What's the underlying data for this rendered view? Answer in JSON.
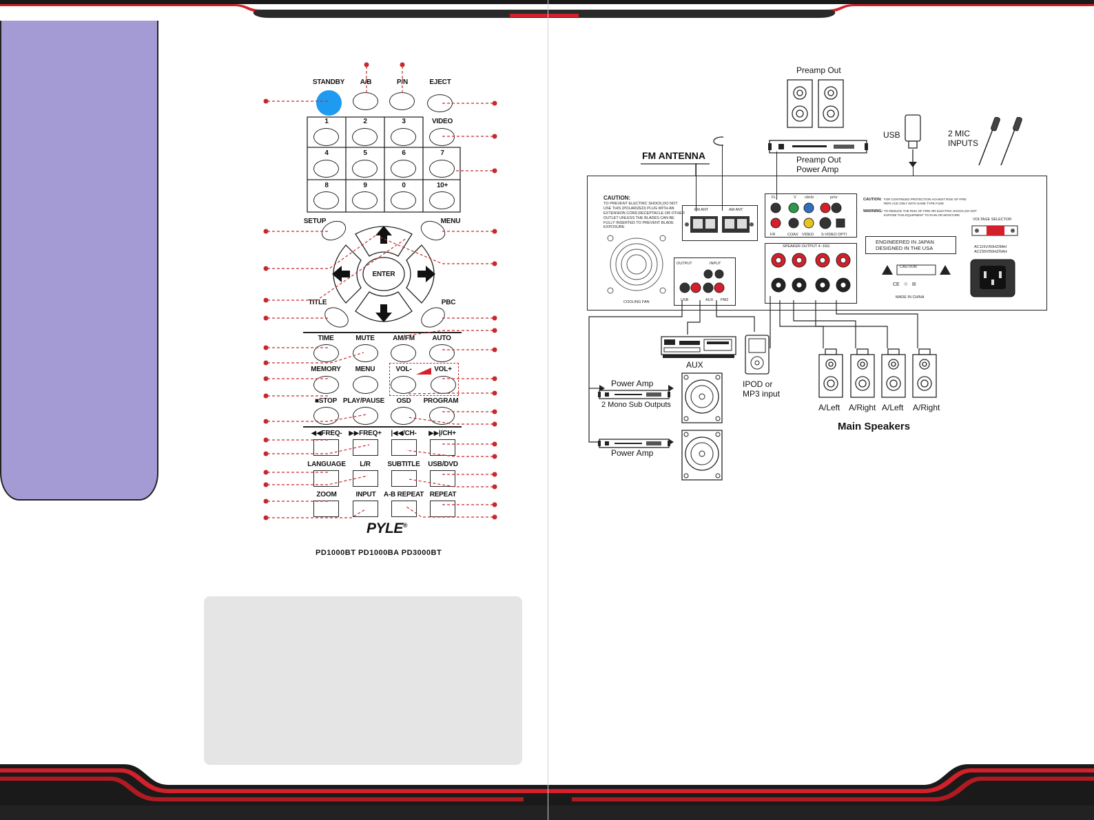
{
  "remote": {
    "labels": {
      "standby": "STANDBY",
      "ab": "A/B",
      "pn": "P/N",
      "eject": "EJECT",
      "n1": "1",
      "n2": "2",
      "n3": "3",
      "video": "VIDEO",
      "n4": "4",
      "n5": "5",
      "n6": "6",
      "n7": "7",
      "n8": "8",
      "n9": "9",
      "n0": "0",
      "n10": "10+",
      "setup": "SETUP",
      "menu_top": "MENU",
      "enter": "ENTER",
      "title": "TITLE",
      "pbc": "PBC",
      "time": "TIME",
      "mute": "MUTE",
      "amfm": "AM/FM",
      "auto": "AUTO",
      "memory": "MEMORY",
      "menu": "MENU",
      "vol_minus": "VOL-",
      "vol_plus": "VOL+",
      "stop": "■STOP",
      "play_pause": "PLAY/PAUSE",
      "osd": "OSD",
      "program": "PROGRAM",
      "freq_minus": "◀◀FREQ-",
      "freq_plus": "▶▶FREQ+",
      "prev_ch": "|◀◀/CH-",
      "next_ch": "▶▶|/CH+",
      "language": "LANGUAGE",
      "lr": "L/R",
      "subtitle": "SUBTITLE",
      "usb_dvd": "USB/DVD",
      "zoom": "ZOOM",
      "input": "INPUT",
      "ab_repeat": "A-B REPEAT",
      "repeat": "REPEAT"
    },
    "brand": "PYLE",
    "brand_mark": "®",
    "models": "PD1000BT  PD1000BA  PD3000BT"
  },
  "diagram": {
    "preamp_out_top": "Preamp Out",
    "preamp_out_line1": "Preamp Out",
    "preamp_out_line2": "Power Amp",
    "usb": "USB",
    "mic_line1": "2 MIC",
    "mic_line2": "INPUTS",
    "fm_antenna": "FM ANTENNA",
    "caution_title": "CAUTION:",
    "caution_text": "TO PREVENT ELECTRIC SHOCK,DO NOT\nUSE THIS (POLARIZED) PLUG WITH AN\nEXTENSION CORD,RECEPTACLE OR OTHER\nOUTLET UNLESS THE BLADES CAN BE\nFULLY INSERTED TO PREVENT BLADE\nEXPOSURE",
    "fm_ant": "FM ANT",
    "am_ant": "AM ANT",
    "cooling_fan": "COOLING FAN",
    "output": "OUTPUT",
    "input": "INPUT",
    "usb_small": "USB",
    "aux_small": "AUX",
    "pm2_small": "PM2",
    "fl": "FL",
    "v": "V",
    "cb": "cb/cb",
    "prpr": "pr/cr",
    "fr": "FR",
    "coax": "COAX",
    "video_small": "VIDEO",
    "svideo": "S-VIDEO OPTI",
    "speaker_output": "SPEAKER  OUTPUT  4~16Ω",
    "caution2_title": "CAUTION:",
    "caution2_text": "FOR CONTINUED PROTECTION AGAINST RISK OF FIRE\nREPLACE ONLY WITH SAME TYPE FUSE",
    "warning_title": "WARNING:",
    "warning_text": "TO REDUCE THE RISK OF FIRE OR ELECTRIC SHOCK,DO NOT\nEXPOSE THIS EQUIPMENT TO RAIN OR MOISTURE",
    "engineered1": "ENGINEERED IN JAPAN",
    "engineered2": "DESIGNED IN THE USA",
    "caution_badge": "CAUTION",
    "made_in": "MADE IN CHINA",
    "voltage_selector": "VOLTAGE SELECTOR",
    "ac_line1": "AC115V/60HZ/8AH",
    "ac_line2": "AC230V/50HZ/5AH",
    "aux": "AUX",
    "ipod_line1": "IPOD or",
    "ipod_line2": "MP3 input",
    "power_amp_1": "Power Amp",
    "mono_sub": "2 Mono Sub Outputs",
    "power_amp_2": "Power Amp",
    "spk_left_1": "A/Left",
    "spk_right_1": "A/Right",
    "spk_left_2": "A/Left",
    "spk_right_2": "A/Right",
    "main_speakers": "Main Speakers"
  },
  "colors": {
    "remote_body": "#a59bd4",
    "standby_button": "#1e9bf0",
    "callout_red": "#c8282d",
    "jack_red": "#d4202a",
    "jack_green": "#2a9a4a",
    "jack_blue": "#2f6fc0",
    "jack_yellow": "#e8c51e",
    "note_box": "#e5e5e5"
  }
}
